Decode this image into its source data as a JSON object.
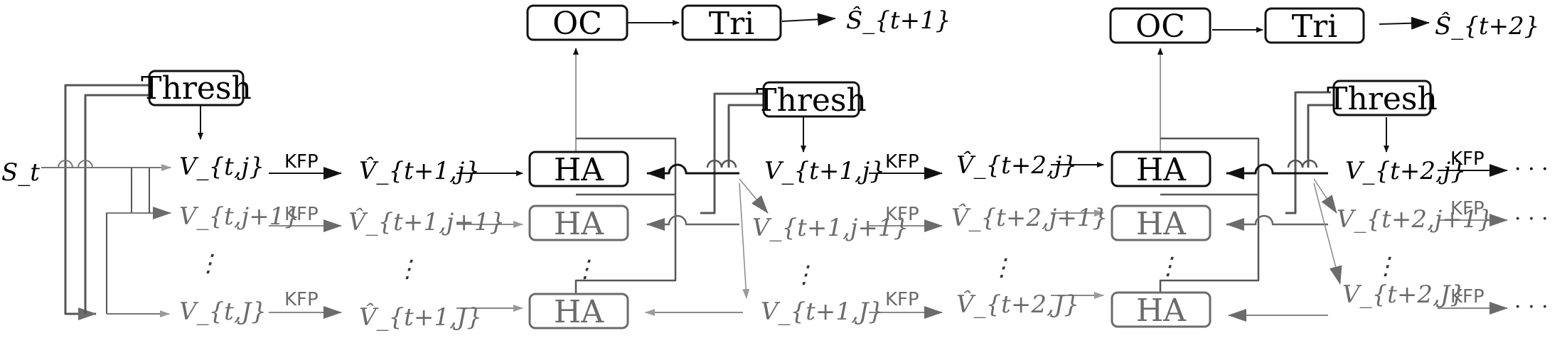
{
  "colors": {
    "main": "#111111",
    "dim": "#6b6b6b",
    "faint": "#9a9a9a"
  },
  "labels": {
    "oc": "OC",
    "tri": "Tri",
    "thresh": "Thresh",
    "ha": "HA",
    "kfp": "KFP",
    "s_t": "S_t",
    "s_hat_t1": "Ŝ_{t+1}",
    "s_hat_t2": "Ŝ_{t+2}",
    "vdots": "⋮",
    "cdots": "· · ·"
  },
  "variables": {
    "stage0": [
      "V_{t,j}",
      "V_{t,j+1}",
      "V_{t,J}"
    ],
    "pred1": [
      "V̂_{t+1,j}",
      "V̂_{t+1,j+1}",
      "V̂_{t+1,J}"
    ],
    "stage1": [
      "V_{t+1,j}",
      "V_{t+1,j+1}",
      "V_{t+1,J}"
    ],
    "pred2": [
      "V̂_{t+2,j}",
      "V̂_{t+2,j+1}",
      "V̂_{t+2,J}"
    ],
    "stage2": [
      "V_{t+2,j}",
      "V_{t+2,j+1}",
      "V_{t+2,J}"
    ]
  }
}
